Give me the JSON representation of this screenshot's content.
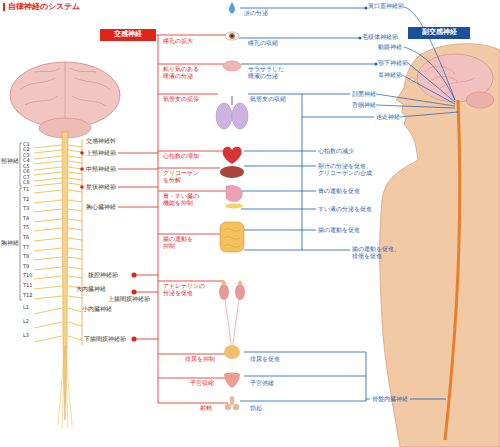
{
  "diagram": {
    "title": "自律神経のシステム",
    "nodes": [
      {
        "text": [
          "交感神経"
        ]
      },
      {
        "text": [
          "副交感神経"
        ]
      }
    ],
    "labels": [
      "涙の分泌",
      "翼口蓋神経節",
      "瞳孔の拡大",
      "瞳孔の収縮",
      "毛様体神経節",
      "動眼神経",
      "粘り気のある唾液の分泌",
      "サラサラした唾液の分泌",
      "顎下神経節",
      "耳神経節",
      "気管支の拡張",
      "気管支の収縮",
      "顔面神経",
      "舌咽神経",
      "迷走神経",
      "交感神経幹",
      "上頸神経節",
      "頸神経",
      "中頸神経節",
      "星状神経節",
      "心拍数の増加",
      "心拍数の減少",
      "グリコーゲンを分解",
      "胆汁の分泌を促進、グリコーゲンの合成",
      "胸心臓神経",
      "胃・すい臓の機能を抑制",
      "胃の運動を促進",
      "すい液の分泌を促進",
      "腸の運動を抑制",
      "腸の運動を促進",
      "胸神経",
      "腸の運動を促進、排便を促進",
      "腹腔神経節",
      "大内臓神経",
      "アドレナリンの分泌を促進",
      "上腸間膜神経節",
      "小内臓神経",
      "下腸間膜神経節",
      "排尿を抑制",
      "排尿を促進",
      "子宮収縮",
      "子宮弛緩",
      "射精",
      "勃起",
      "骨盤内臓神経",
      "C1",
      "C2",
      "C3",
      "C4",
      "C5",
      "C6",
      "C7",
      "C8",
      "T1",
      "T2",
      "T3",
      "T4",
      "T5",
      "T6",
      "T7",
      "T8",
      "T9",
      "T10",
      "T11",
      "T12",
      "L1",
      "L2",
      "L3"
    ]
  }
}
